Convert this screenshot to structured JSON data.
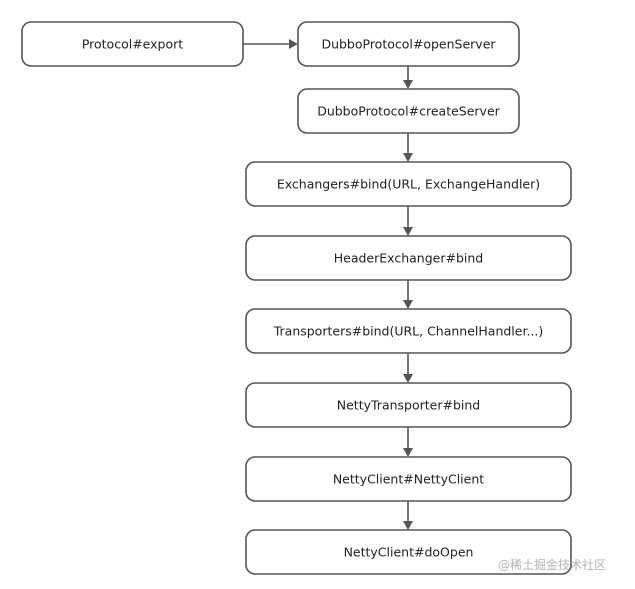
{
  "diagram": {
    "nodes": [
      {
        "id": "n0",
        "label": "Protocol#export"
      },
      {
        "id": "n1",
        "label": "DubboProtocol#openServer"
      },
      {
        "id": "n2",
        "label": "DubboProtocol#createServer"
      },
      {
        "id": "n3",
        "label": "Exchangers#bind(URL, ExchangeHandler)"
      },
      {
        "id": "n4",
        "label": "HeaderExchanger#bind"
      },
      {
        "id": "n5",
        "label": "Transporters#bind(URL, ChannelHandler...)"
      },
      {
        "id": "n6",
        "label": "NettyTransporter#bind"
      },
      {
        "id": "n7",
        "label": "NettyClient#NettyClient"
      },
      {
        "id": "n8",
        "label": "NettyClient#doOpen"
      }
    ],
    "edges": [
      {
        "from": "n0",
        "to": "n1"
      },
      {
        "from": "n1",
        "to": "n2"
      },
      {
        "from": "n2",
        "to": "n3"
      },
      {
        "from": "n3",
        "to": "n4"
      },
      {
        "from": "n4",
        "to": "n5"
      },
      {
        "from": "n5",
        "to": "n6"
      },
      {
        "from": "n6",
        "to": "n7"
      },
      {
        "from": "n7",
        "to": "n8"
      }
    ]
  },
  "watermark": {
    "text": "@稀土掘金技术社区"
  }
}
